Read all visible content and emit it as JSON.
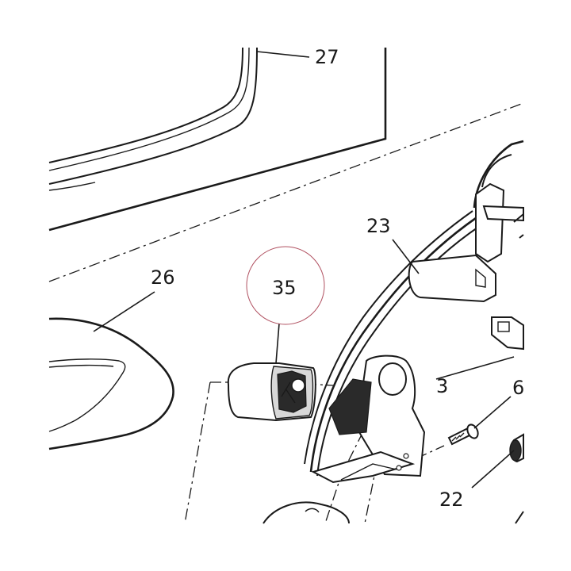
{
  "labels": {
    "p27": "27",
    "p23": "23",
    "p26": "26",
    "p35": "35",
    "p3": "3",
    "p6": "6",
    "p22": "22"
  },
  "colors": {
    "line": "#1a1a1a",
    "highlight_circle": "#b05060",
    "background": "#ffffff"
  }
}
